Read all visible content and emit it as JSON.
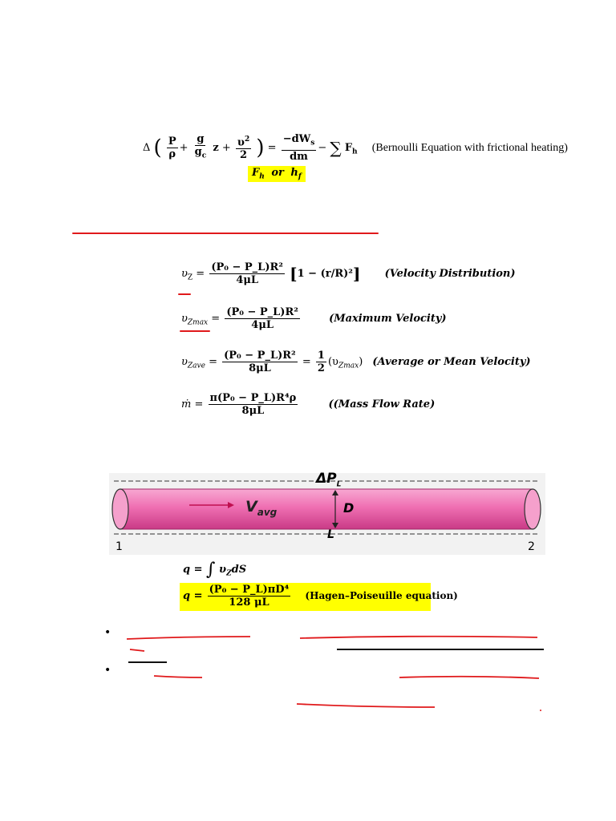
{
  "bernoulli": {
    "delta": "Δ",
    "p": "P",
    "rho": "ρ",
    "g": "g",
    "gc": "g",
    "gc_sub": "c",
    "z": "z",
    "v": "υ",
    "two": "2",
    "numerator_rhs": "−dW",
    "ws_sub": "s",
    "dm": "dm",
    "sum": "∑",
    "fh": "F",
    "fh_sub": "h",
    "caption": "(Bernoulli Equation with frictional heating)",
    "highlight": "F",
    "highlight_sub1": "h",
    "highlight_or": "or",
    "highlight_h": "h",
    "highlight_sub2": "f"
  },
  "equations": {
    "vz_lhs": "υ",
    "vz_lhs_sub": "Z",
    "vz_num": "(P₀ − P_L)R²",
    "vz_den": "4μL",
    "vz_bracket": "1 − (r/R)²",
    "vz_caption": "(Velocity Distribution)",
    "vmax_lhs": "υ",
    "vmax_lhs_sub": "Zmax",
    "vmax_num": "(P₀ − P_L)R²",
    "vmax_den": "4μL",
    "vmax_caption": "(Maximum Velocity)",
    "vave_lhs": "υ",
    "vave_lhs_sub": "Zave",
    "vave_num": "(P₀ − P_L)R²",
    "vave_den": "8μL",
    "vave_half_num": "1",
    "vave_half_den": "2",
    "vave_paren": "(υ",
    "vave_paren_sub": "Zmax",
    "vave_paren_close": ")",
    "vave_caption": "(Average or Mean Velocity)",
    "mdot_lhs": "ṁ",
    "mdot_num": "π(P₀ − P_L)R⁴ρ",
    "mdot_den": "8μL",
    "mdot_caption": "((Mass Flow Rate)"
  },
  "pipe": {
    "delta_pl": "ΔP",
    "delta_pl_sub": "L",
    "vavg": "V",
    "vavg_sub": "avg",
    "d_label": "D",
    "l_label": "L",
    "end_left": "1",
    "end_right": "2",
    "pipe_color": "#e8559e",
    "pipe_light": "#f7a8d2"
  },
  "flow": {
    "q_integral_lhs": "q =",
    "q_integral": "∫",
    "q_integral_rhs": "υ",
    "q_integral_rhs_sub": "Z",
    "q_integral_ds": "dS",
    "hp_lhs": "q =",
    "hp_num": "(P₀ − P_L)πD⁴",
    "hp_den": "128 μL",
    "hp_caption": "(Hagen–Poiseuille equation)"
  },
  "bullets": {
    "symbol": "•"
  },
  "colors": {
    "highlight": "#ffff00",
    "ink_red": "#e0191b",
    "ink_black": "#111111"
  }
}
